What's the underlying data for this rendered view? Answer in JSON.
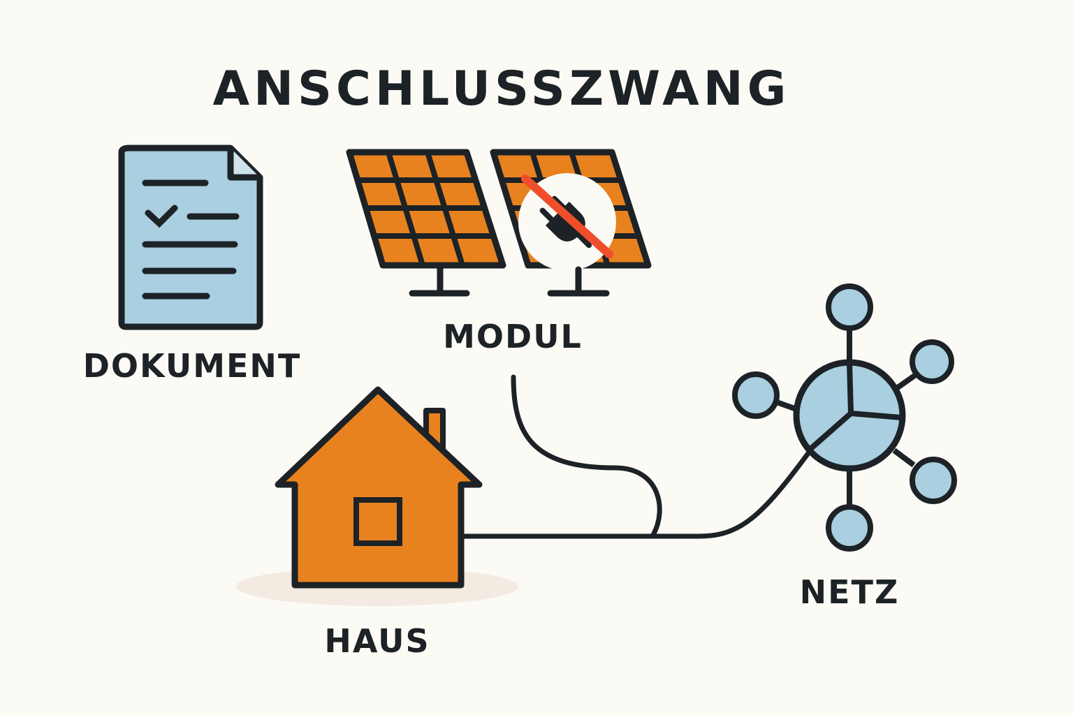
{
  "title": "ANSCHLUSSZWANG",
  "labels": {
    "dokument": "DOKUMENT",
    "modul": "MODUL",
    "haus": "HAUS",
    "netz": "NETZ"
  },
  "colors": {
    "background": "#fcfaf5",
    "outline": "#1c2226",
    "document_fill": "#a9cfe0",
    "solar_orange": "#e8821f",
    "house_orange": "#e8821f",
    "network_blue": "#a9cfe0",
    "prohibition_red": "#f04e2a"
  },
  "icons": {
    "document": "document-check-icon",
    "solar_module": "solar-panel-icon",
    "solar_module_blocked": "solar-panel-no-plug-icon",
    "house": "house-icon",
    "network": "grid-network-icon"
  }
}
